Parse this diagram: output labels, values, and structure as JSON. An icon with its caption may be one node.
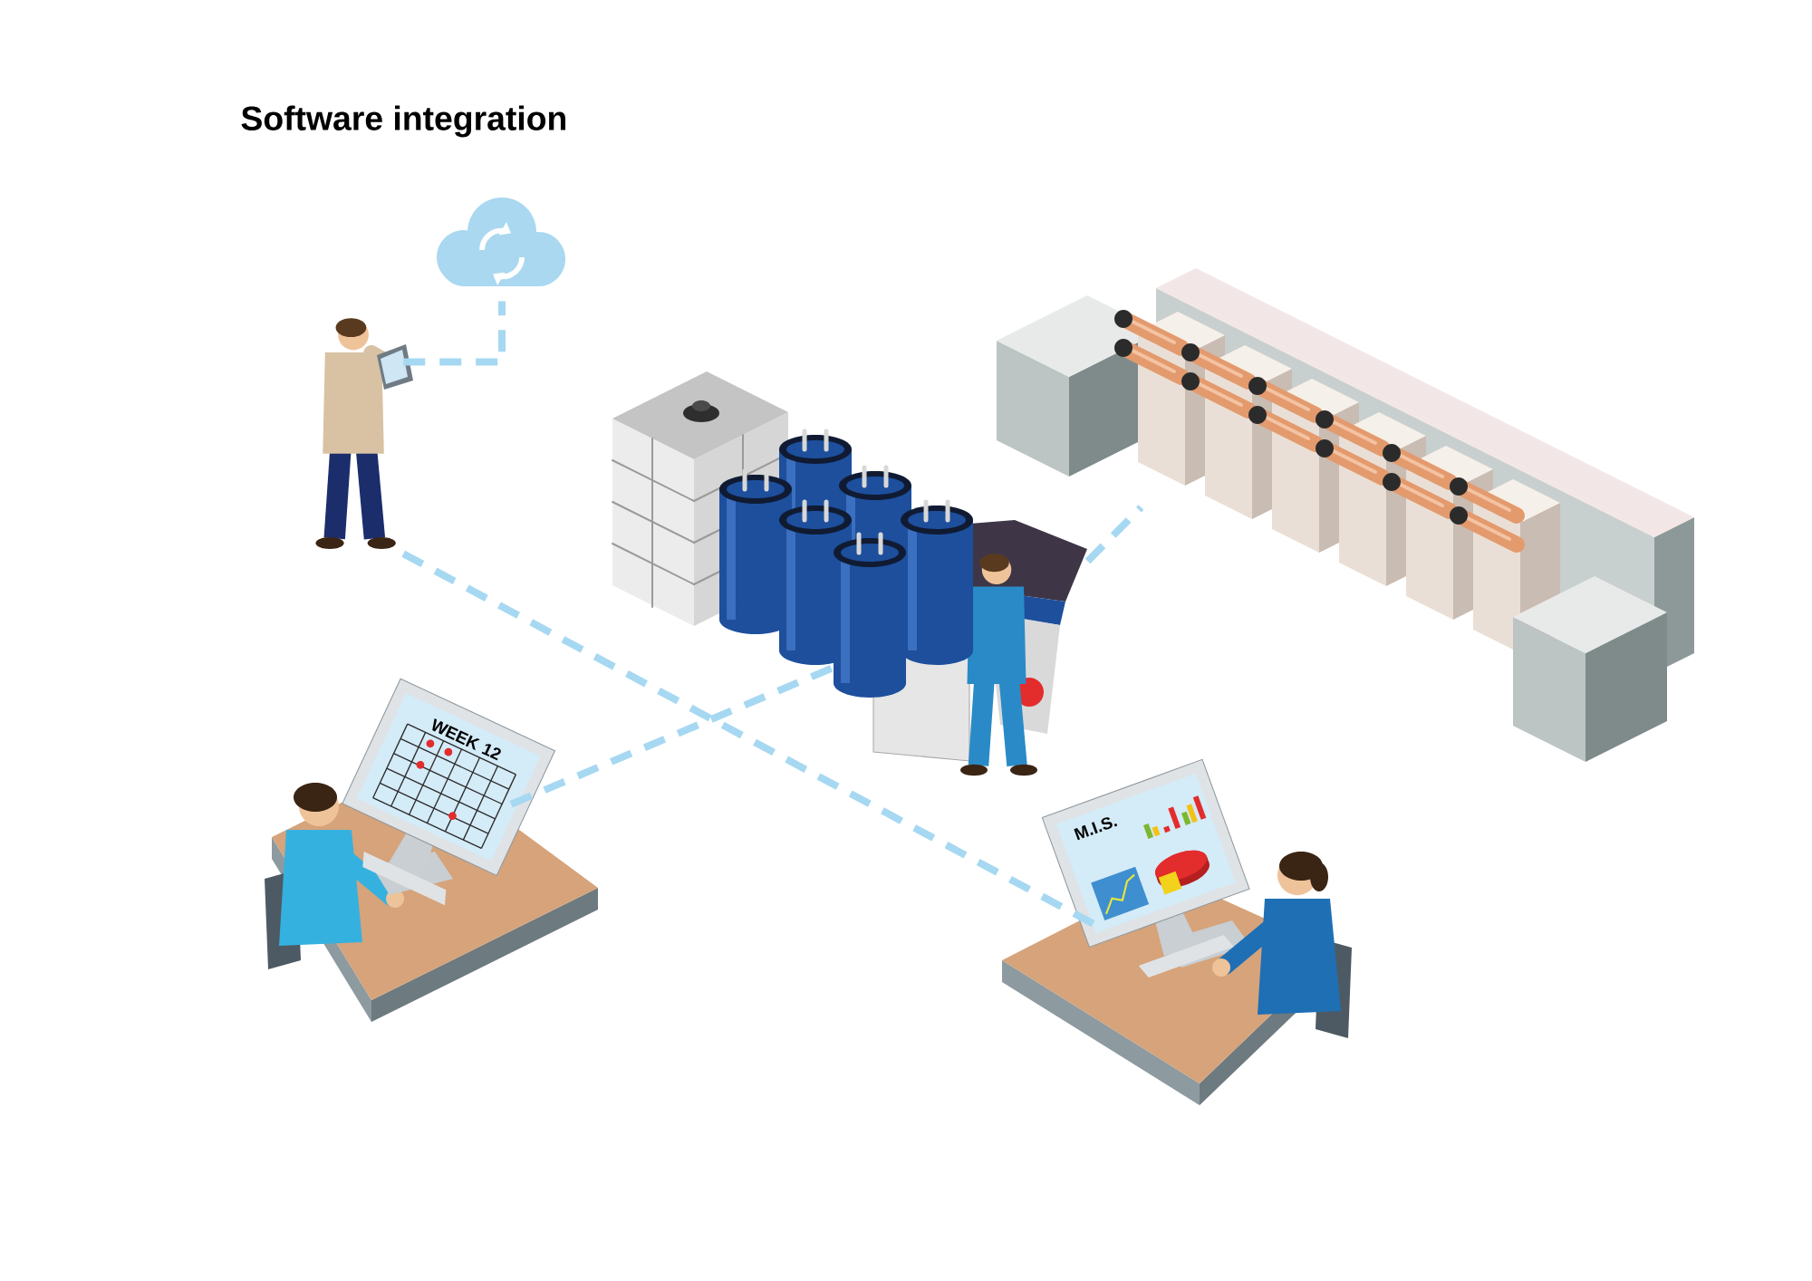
{
  "diagram": {
    "title": "Software integration",
    "nodes": [
      {
        "text": [],
        "shape": "cloud"
      },
      {
        "text": [],
        "shape": "person"
      },
      {
        "text": [],
        "shape": "picture"
      },
      {
        "text": [],
        "shape": "picture"
      },
      {
        "text": [
          "WEEK 12"
        ]
      },
      {
        "text": [
          "M.I.S."
        ]
      }
    ],
    "edges": [
      {
        "from": 1,
        "to": 0,
        "arrow": "none"
      },
      {
        "from": 1,
        "to": 5,
        "arrow": "none"
      },
      {
        "from": 4,
        "to": 2,
        "arrow": "none"
      },
      {
        "from": 2,
        "to": 3,
        "arrow": "none"
      }
    ]
  }
}
